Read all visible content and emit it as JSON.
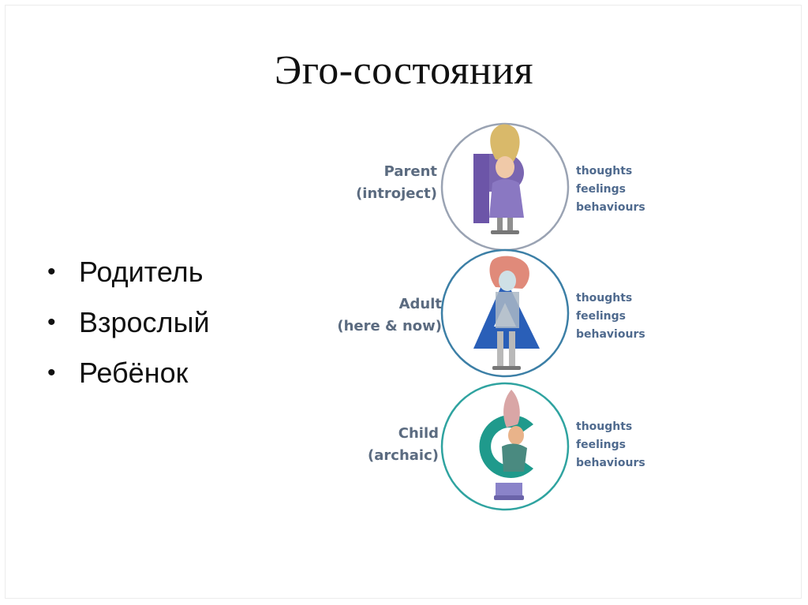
{
  "title": "Эго-состояния",
  "bullets": [
    "Родитель",
    "Взрослый",
    "Ребёнок"
  ],
  "states": [
    {
      "line1": "Parent",
      "line2": "(introject)",
      "aspects": [
        "thoughts",
        "feelings",
        "behaviours"
      ],
      "letter": "P",
      "ring_color": "#9aa3b3",
      "letter_color": "#6c55a8"
    },
    {
      "line1": "Adult",
      "line2": "(here & now)",
      "aspects": [
        "thoughts",
        "feelings",
        "behaviours"
      ],
      "letter": "A",
      "ring_color": "#3c7fa6",
      "letter_color": "#2a5fb8"
    },
    {
      "line1": "Child",
      "line2": "(archaic)",
      "aspects": [
        "thoughts",
        "feelings",
        "behaviours"
      ],
      "letter": "C",
      "ring_color": "#2fa3a0",
      "letter_color": "#1f9a8c"
    }
  ]
}
